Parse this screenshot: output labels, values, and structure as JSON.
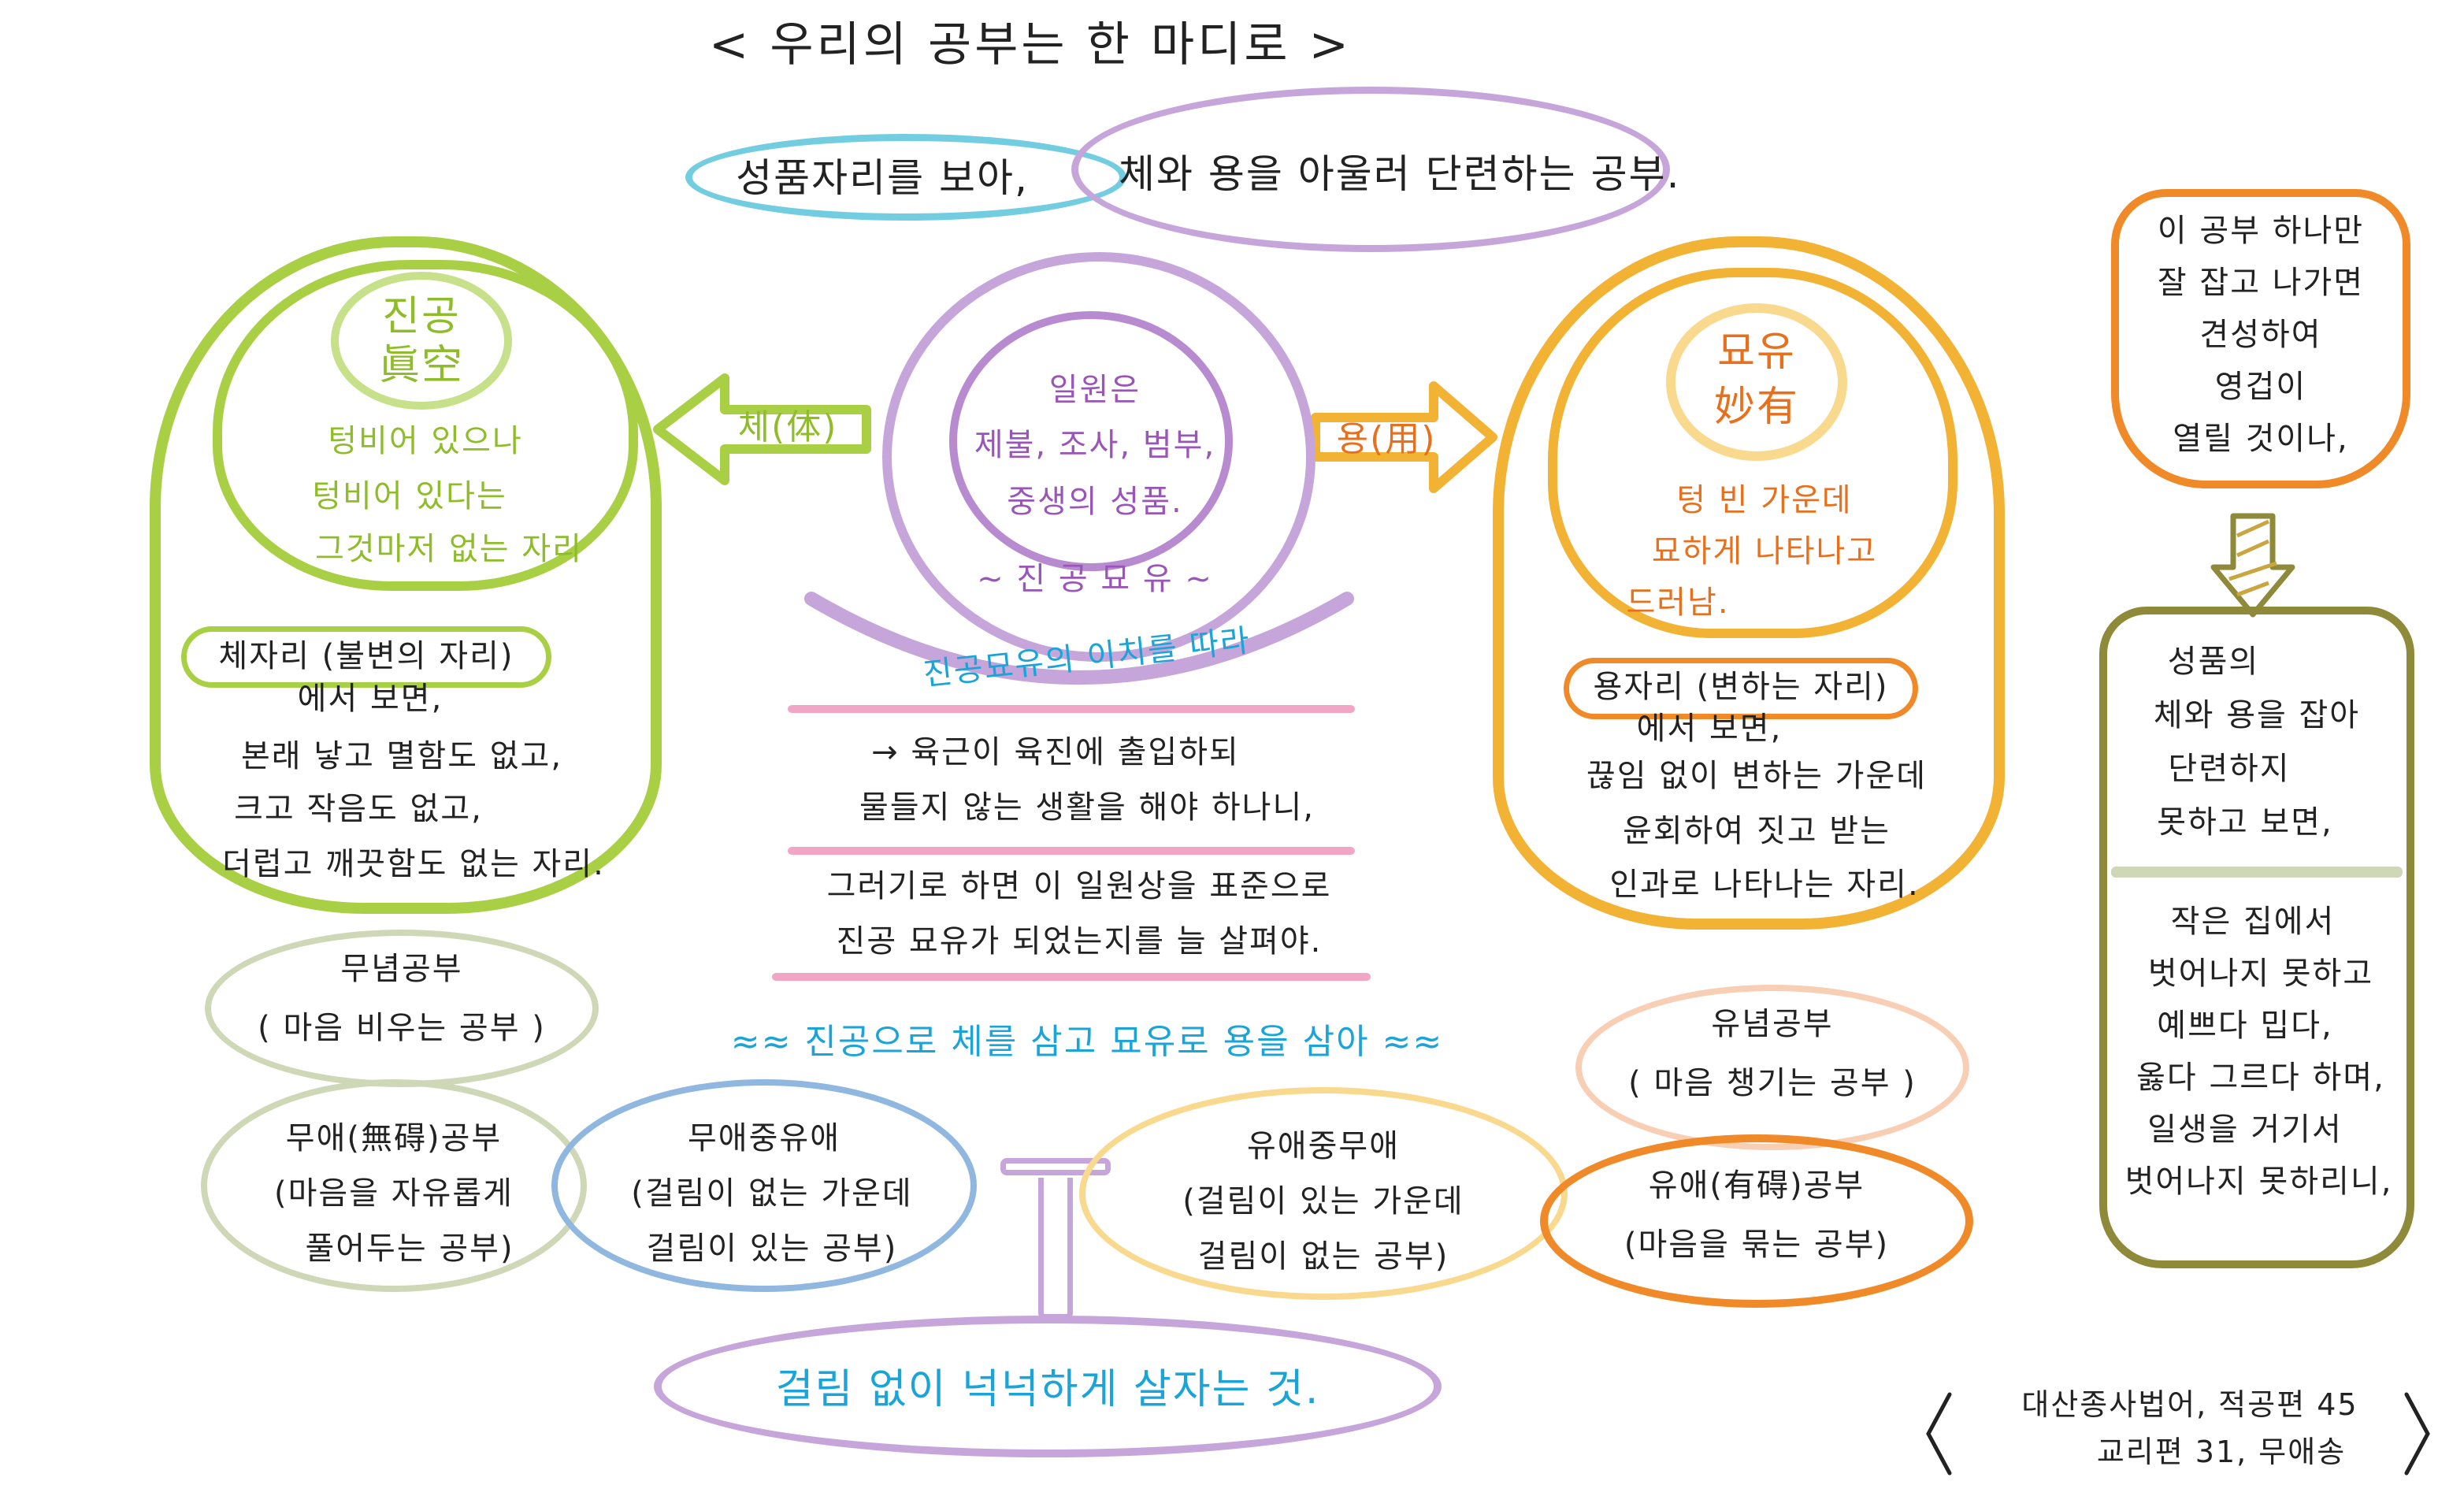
{
  "colors": {
    "green": "#a9cf45",
    "green_light": "#c7e08a",
    "orange": "#f2b234",
    "orange_dark": "#f08a28",
    "purple": "#c6a6da",
    "purple_mid": "#b88ad0",
    "cyan": "#72cde0",
    "olive": "#8e8a3a",
    "sage": "#cfd8b6",
    "pink": "#f1a6c6",
    "peach": "#f8cfb4",
    "blue_light": "#8fb7e0",
    "gold_light": "#f9d98e"
  },
  "heading": "< 우리의 공부는 한 마디로 >",
  "summary": {
    "left": "성품자리를 보아,",
    "right": "체와 용을 아울러 단련하는 공부."
  },
  "left": {
    "circle_title1": "진공",
    "circle_title2": "眞空",
    "circle_line1": "텅비어 있으나",
    "circle_line2": "텅비어 있다는",
    "circle_line3": "그것마저 없는 자리",
    "tag": "체자리 (불변의 자리)",
    "body1": "에서 보면,",
    "body2": "본래 낳고 멸함도 없고,",
    "body3": "크고 작음도 없고,",
    "body4": "더럽고 깨끗함도 없는 자리."
  },
  "arrow_left": "체(体)",
  "arrow_right": "용(用)",
  "center": {
    "line1": "일원은",
    "line2": "제불, 조사, 범부,",
    "line3": "중생의 성품.",
    "sub": "~ 진 공 묘 유 ~",
    "arc": "진공묘유의 이치를 따라",
    "p1": "→ 육근이 육진에 출입하되",
    "p2": "물들지 않는 생활을 해야 하나니,",
    "p3": "그러기로 하면 이 일원상을 표준으로",
    "p4": "진공 묘유가 되었는지를 늘 살펴야."
  },
  "right": {
    "circle_title1": "묘유",
    "circle_title2": "妙有",
    "circle_line1": "텅 빈 가운데",
    "circle_line2": "묘하게 나타나고",
    "circle_line3": "드러남.",
    "tag": "용자리 (변하는 자리)",
    "body1": "에서 보면,",
    "body2": "끊임 없이 변하는 가운데",
    "body3": "윤회하여 짓고 받는",
    "body4": "인과로 나타나는 자리."
  },
  "far_right": {
    "top1": "이 공부 하나만",
    "top2": "잘 잡고 나가면",
    "top3": "견성하여",
    "top4": "영겁이",
    "top5": "열릴 것이나,",
    "mid1": "성품의",
    "mid2": "체와 용을 잡아",
    "mid3": "단련하지",
    "mid4": "못하고 보면,",
    "low1": "작은 집에서",
    "low2": "벗어나지 못하고",
    "low3": "예쁘다 밉다,",
    "low4": "옳다 그르다 하며,",
    "low5": "일생을 거기서",
    "low6": "벗어나지 못하리니,"
  },
  "wave_line": "≈≈ 진공으로 체를 삼고  묘유로 용을 삼아 ≈≈",
  "bottom": {
    "munyeom1": "무념공부",
    "munyeom2": "( 마음 비우는 공부 )",
    "muae1": "무애(無碍)공부",
    "muae2": "(마음을 자유롭게",
    "muae3": "풀어두는 공부)",
    "muaejung1": "무애중유애",
    "muaejung2": "(걸림이 없는 가운데",
    "muaejung3": "걸림이 있는 공부)",
    "yuaejung1": "유애중무애",
    "yuaejung2": "(걸림이 있는 가운데",
    "yuaejung3": "걸림이 없는 공부)",
    "yunyeom1": "유념공부",
    "yunyeom2": "( 마음 챙기는 공부 )",
    "yuae1": "유애(有碍)공부",
    "yuae2": "(마음을 묶는 공부)",
    "final": "걸림 없이 넉넉하게 살자는 것."
  },
  "source": {
    "line1": "대산종사법어, 적공편 45",
    "line2": "교리편 31, 무애송"
  }
}
